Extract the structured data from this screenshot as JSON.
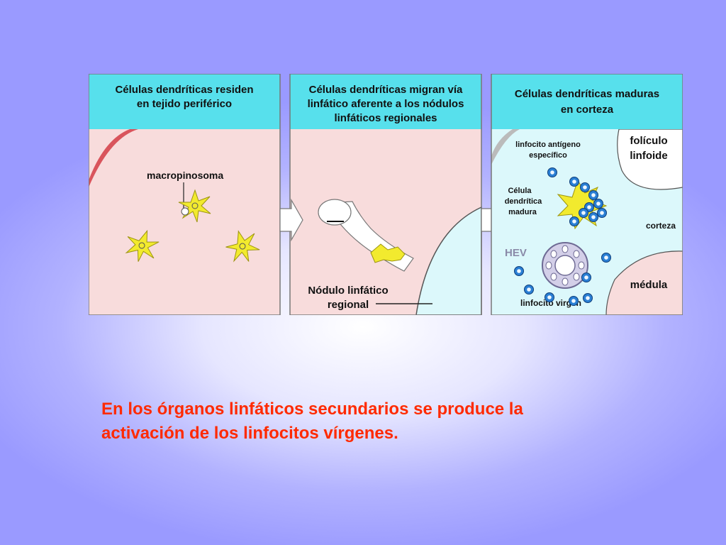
{
  "colors": {
    "header_bg": "#57e0ec",
    "tissue_pink": "#f8dcdc",
    "lymph_blue": "#dcf8fb",
    "dendritic_yellow": "#f2ea2e",
    "caption_red": "#ff2a00",
    "lymphocyte_blue": "#2a7fd4"
  },
  "panel1": {
    "header_line1": "Células dendríticas residen",
    "header_line2": "en tejido periférico",
    "label_macropinosoma": "macropinosoma"
  },
  "panel2": {
    "header_line1": "Células dendríticas migran vía",
    "header_line2": "linfático aferente a los nódulos",
    "header_line3": "linfáticos regionales",
    "node_label_line1": "Nódulo linfático",
    "node_label_line2": "regional"
  },
  "panel3": {
    "header_line1": "Células dendríticas maduras",
    "header_line2": "en corteza",
    "label_antigen_line1": "linfocito antígeno",
    "label_antigen_line2": "específico",
    "label_mature_line1": "Célula",
    "label_mature_line2": "dendrítica",
    "label_mature_line3": "madura",
    "label_follicle_line1": "folículo",
    "label_follicle_line2": "linfoide",
    "label_cortex": "corteza",
    "label_hev": "HEV",
    "label_medulla": "médula",
    "label_naive": "linfocito virgen"
  },
  "caption": {
    "line1": "En los órganos linfáticos secundarios se produce la",
    "line2": "activación de los linfocitos vírgenes."
  }
}
